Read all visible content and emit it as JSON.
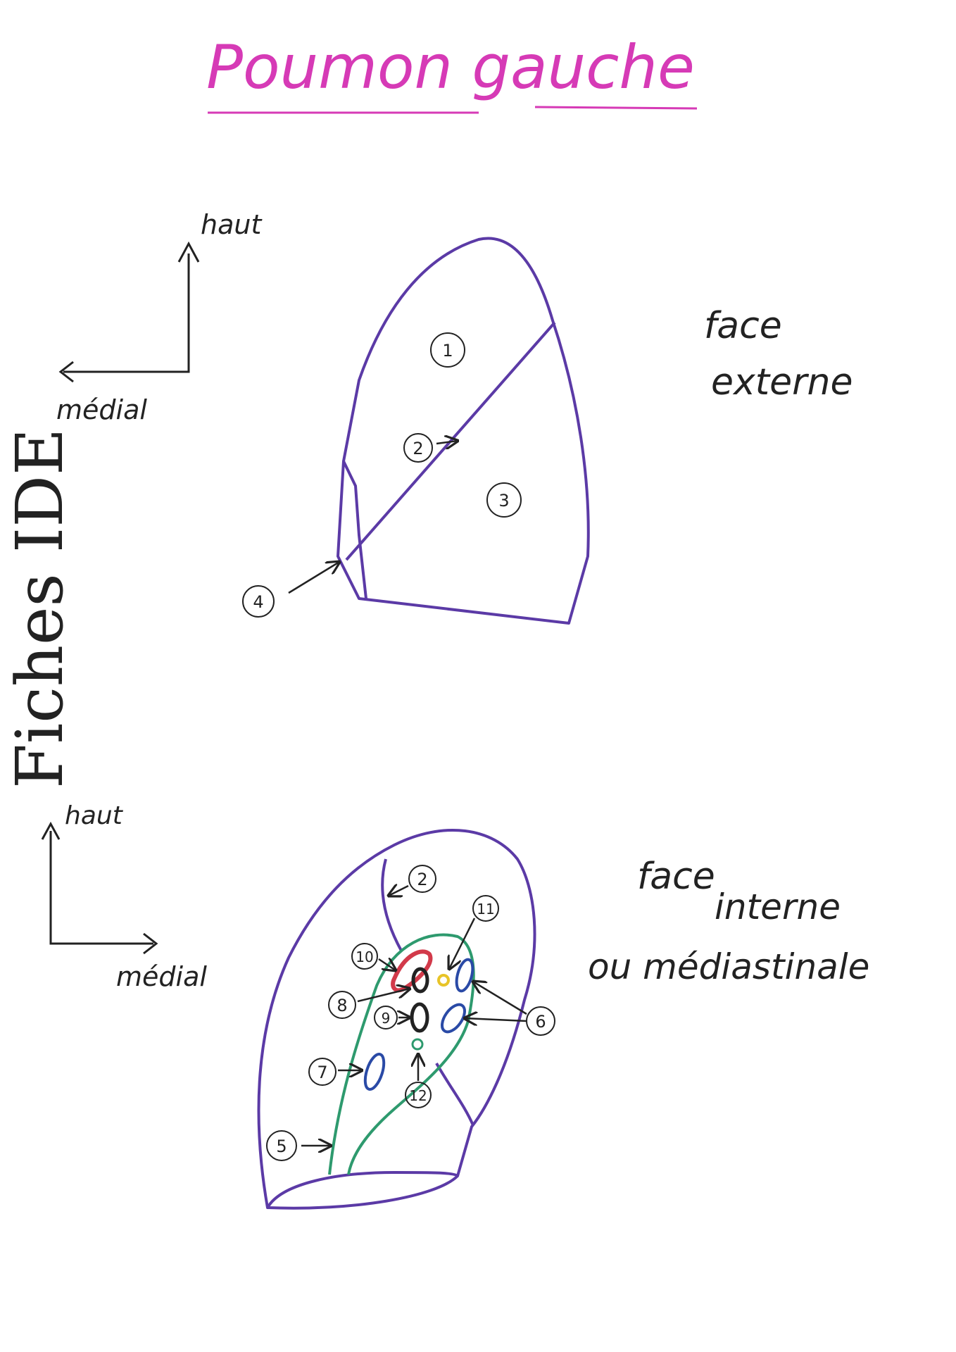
{
  "title": "Poumon gauche",
  "watermark": "Fiches IDE",
  "colors": {
    "title": "#d63ab6",
    "lung_outline": "#5b3aa6",
    "hilum": "#2e9a6e",
    "artery": "#d23a4a",
    "vein": "#2a4aa6",
    "bronchus": "#222222",
    "lymph": "#e8c428",
    "ink": "#222222"
  },
  "external_view": {
    "axis_up": "haut",
    "axis_side": "médial",
    "face_label": [
      "face",
      "externe"
    ],
    "markers": [
      "1",
      "2",
      "3",
      "4"
    ]
  },
  "internal_view": {
    "axis_up": "haut",
    "axis_side": "médial",
    "face_label": [
      "face",
      "interne",
      "ou médiastinale"
    ],
    "markers": [
      "2",
      "5",
      "6",
      "7",
      "8",
      "9",
      "10",
      "11",
      "12"
    ]
  }
}
